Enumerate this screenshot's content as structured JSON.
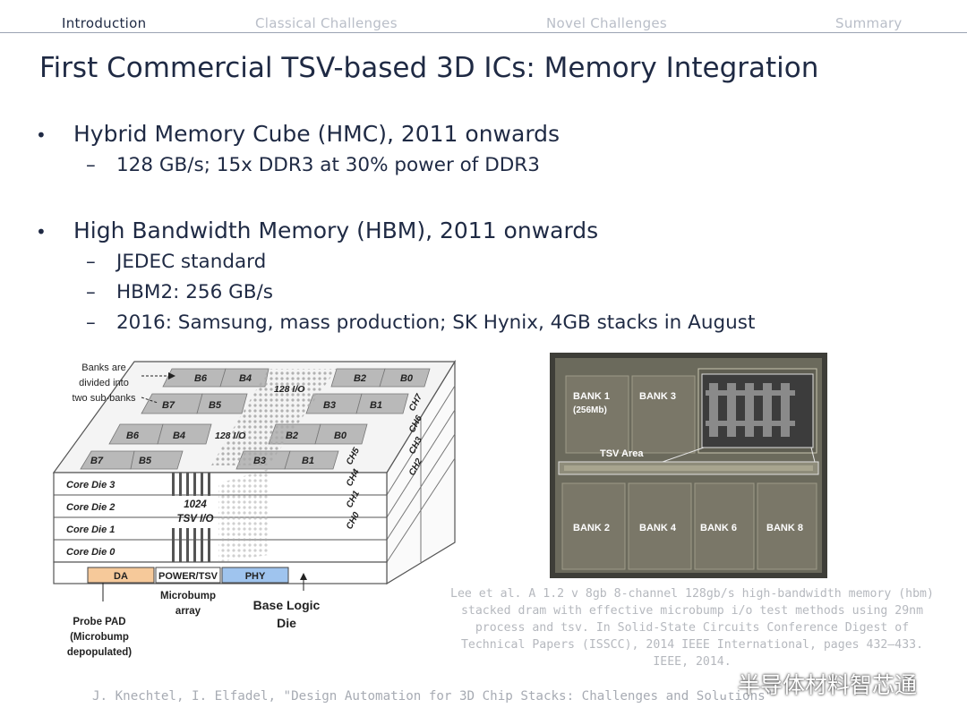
{
  "nav": {
    "tabs": [
      "Introduction",
      "Classical Challenges",
      "Novel Challenges",
      "Summary"
    ]
  },
  "title": "First Commercial TSV-based 3D ICs: Memory Integration",
  "bullets": [
    {
      "text": "Hybrid Memory Cube (HMC), 2011 onwards",
      "subs": [
        "128 GB/s; 15x DDR3 at 30% power of DDR3"
      ]
    },
    {
      "text": "High Bandwidth Memory (HBM), 2011 onwards",
      "subs": [
        "JEDEC standard",
        "HBM2: 256 GB/s",
        "2016: Samsung, mass production; SK Hynix, 4GB stacks in August"
      ]
    }
  ],
  "bullet_glyph": "•",
  "dash_glyph": "–",
  "diagram": {
    "banks_note": [
      "Banks are",
      "divided into",
      "two sub-banks"
    ],
    "top_banks_back": [
      "B6",
      "B4",
      "B2",
      "B0"
    ],
    "top_banks_front": [
      "B7",
      "B5",
      "B3",
      "B1"
    ],
    "mid_banks_back": [
      "B6",
      "B4",
      "B2",
      "B0"
    ],
    "mid_banks_front": [
      "B7",
      "B5",
      "B3",
      "B1"
    ],
    "io_top": "128 I/O",
    "io_mid": "128 I/O",
    "core_dies": [
      "Core Die 3",
      "Core Die 2",
      "Core Die 1",
      "Core Die 0"
    ],
    "tsv_io": [
      "1024",
      "TSV I/O"
    ],
    "channels": [
      "CH0",
      "CH1",
      "CH4",
      "CH5",
      "CH2",
      "CH3",
      "CH6",
      "CH7"
    ],
    "base_blocks": [
      "DA",
      "POWER/TSV",
      "PHY"
    ],
    "microbump": [
      "Microbump",
      "array"
    ],
    "base_logic": [
      "Base Logic",
      "Die"
    ],
    "probe_pad": [
      "Probe PAD",
      "(Microbump",
      "depopulated)"
    ]
  },
  "die_photo": {
    "bank1": [
      "BANK 1",
      "(256Mb)"
    ],
    "bank3": "BANK 3",
    "tsv_area": "TSV Area",
    "bottom_banks": [
      "BANK 2",
      "BANK 4",
      "BANK 6",
      "BANK 8"
    ]
  },
  "citation": "Lee et al. A 1.2 v 8gb 8-channel 128gb/s high-bandwidth memory (hbm) stacked dram with effective microbump i/o test methods using 29nm process and tsv. In Solid-State Circuits Conference Digest of Technical Papers (ISSCC), 2014 IEEE International, pages 432–433. IEEE, 2014.",
  "footer": "J. Knechtel, I. Elfadel, \"Design Automation for 3D Chip Stacks: Challenges and Solutions\"",
  "watermark": "半导体材料智芯通",
  "colors": {
    "text": "#1f2a44",
    "da_block": "#f6c99a",
    "phy_block": "#9fc4ee",
    "die_bg": "#6b6a5c"
  }
}
